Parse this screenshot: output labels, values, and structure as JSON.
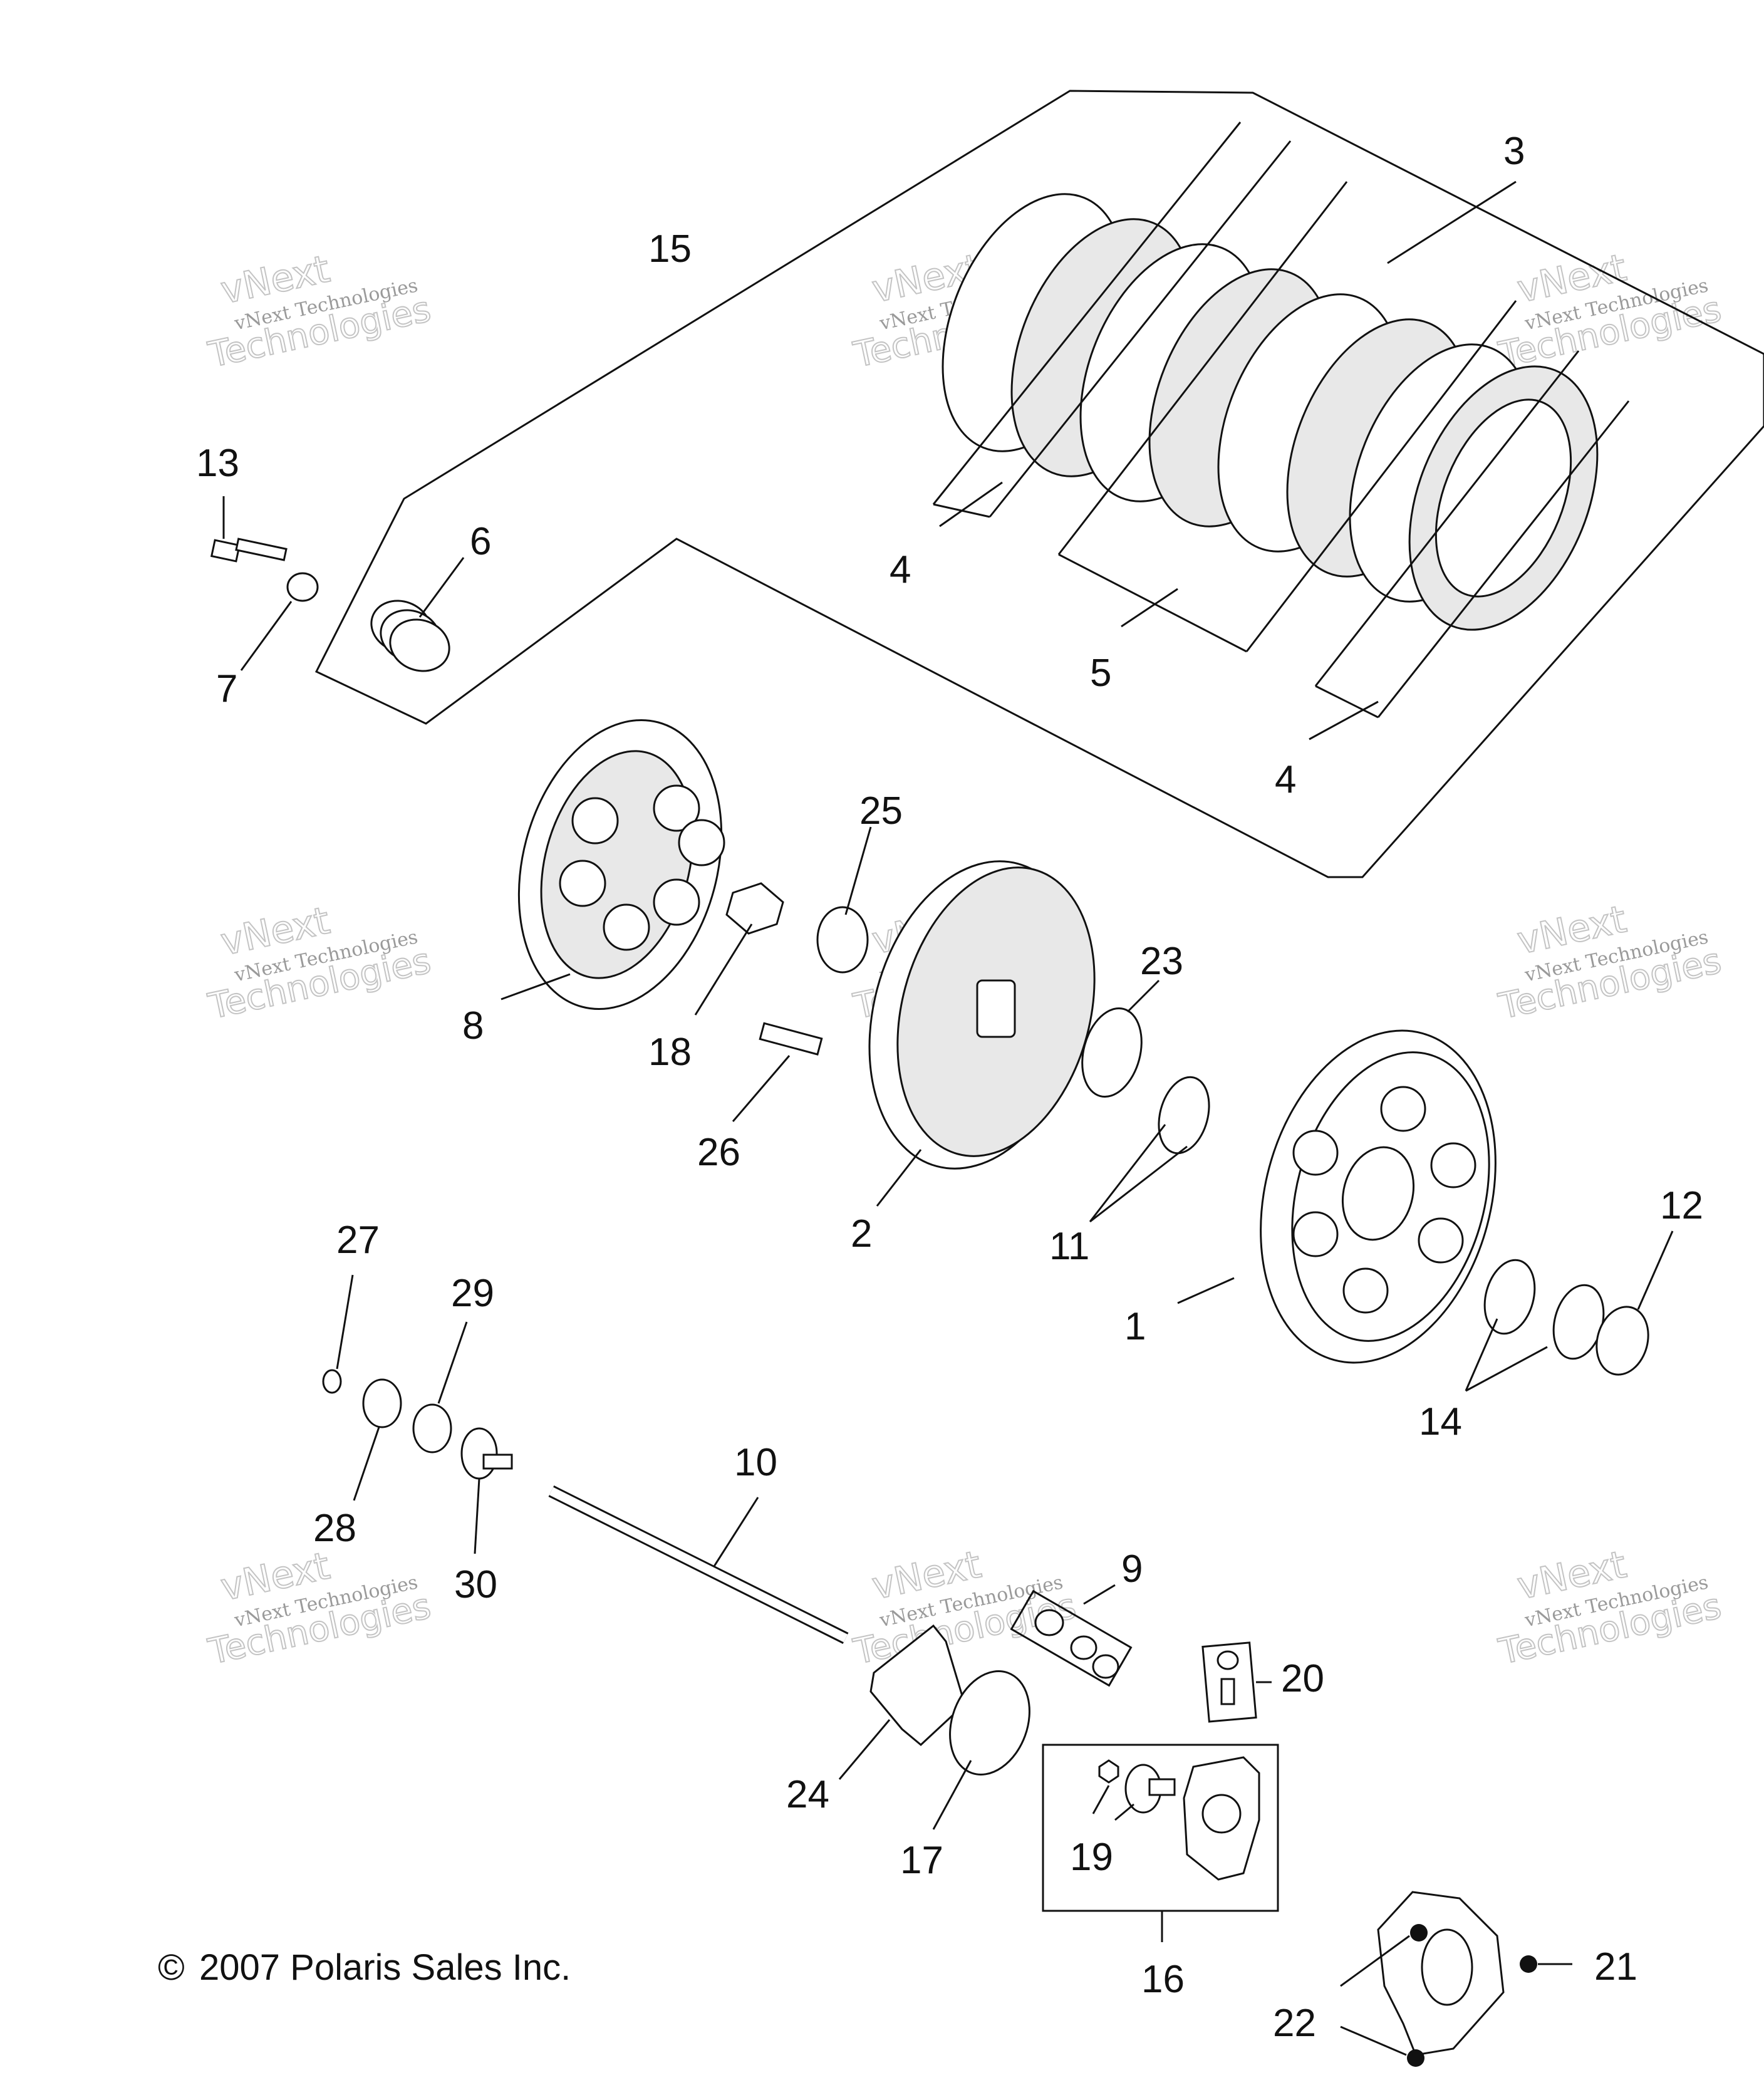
{
  "callouts": [
    "1",
    "2",
    "3",
    "4",
    "4",
    "5",
    "6",
    "7",
    "8",
    "9",
    "10",
    "11",
    "12",
    "13",
    "14",
    "15",
    "16",
    "17",
    "18",
    "19",
    "20",
    "21",
    "22",
    "23",
    "24",
    "25",
    "26",
    "27",
    "28",
    "29",
    "30"
  ],
  "watermark": {
    "line1": "vNext Technologies",
    "line2": "vNext",
    "line3": "Technologies"
  },
  "copyright": "2007 Polaris Sales Inc.",
  "copyright_symbol": "©"
}
